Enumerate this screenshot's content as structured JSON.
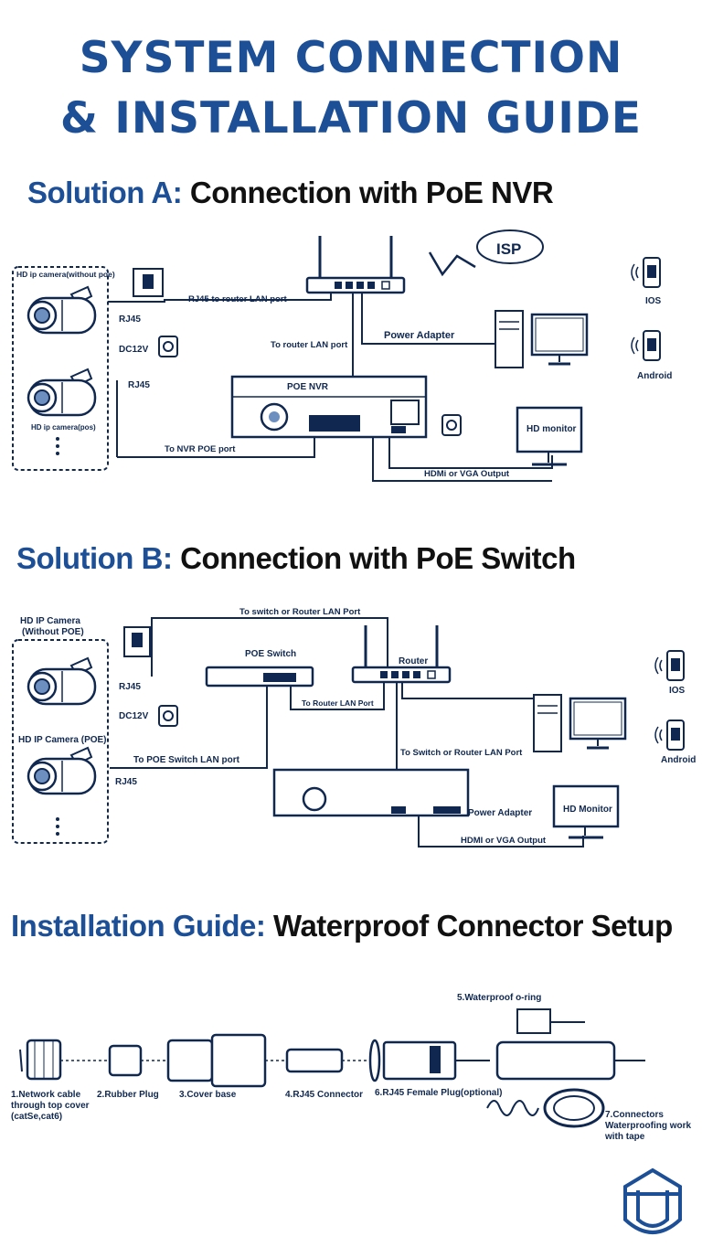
{
  "title": {
    "line1": "SYSTEM CONNECTION",
    "line2": "& INSTALLATION GUIDE"
  },
  "sections": {
    "a": {
      "prefix": "Solution A:",
      "rest": " Connection with PoE NVR"
    },
    "b": {
      "prefix": "Solution B:",
      "rest": " Connection with PoE Switch"
    },
    "c": {
      "prefix": "Installation Guide:",
      "rest": " Waterproof Connector Setup"
    }
  },
  "diagram_a": {
    "cam_top": "HD ip camera(without poe)",
    "cam_bottom": "HD ip camera(pos)",
    "rj45_top": "RJ45",
    "dc12v": "DC12V",
    "rj45_bottom": "RJ45",
    "to_router_lan": "RJ45 to router LAN port",
    "to_router_lan2": "To router LAN port",
    "isp": "ISP",
    "power_adapter": "Power Adapter",
    "nvr": "POE NVR",
    "to_nvr_poe": "To NVR POE port",
    "hd_monitor": "HD monitor",
    "hdmi_vga": "HDMi or VGA Output",
    "ios": "IOS",
    "android": "Android"
  },
  "diagram_b": {
    "cam_top_1": "HD IP Camera",
    "cam_top_2": "(Without POE)",
    "cam_bottom": "HD IP Camera (POE)",
    "rj45_top": "RJ45",
    "dc12v": "DC12V",
    "rj45_bottom": "RJ45",
    "to_switch_router": "To switch or Router LAN Port",
    "poe_switch": "POE Switch",
    "router": "Router",
    "to_router_lan": "To Router LAN Port",
    "to_poe_switch": "To POE Switch LAN port",
    "to_switch_router2": "To Switch or Router LAN Port",
    "power_adapter": "Power Adapter",
    "hd_monitor": "HD Monitor",
    "hdmi_vga": "HDMI or VGA Output",
    "ios": "IOS",
    "android": "Android"
  },
  "installation": {
    "step1_l1": "1.Network cable",
    "step1_l2": "through top cover",
    "step1_l3": "(catSe,cat6)",
    "step2": "2.Rubber Plug",
    "step3": "3.Cover base",
    "step4": "4.RJ45 Connector",
    "step5": "5.Waterproof o-ring",
    "step6": "6.RJ45 Female Plug(optional)",
    "step7_l1": "7.Connectors",
    "step7_l2": "Waterproofing work",
    "step7_l3": "with tape"
  },
  "colors": {
    "accent": "#1d4f96",
    "line": "#10284f"
  }
}
